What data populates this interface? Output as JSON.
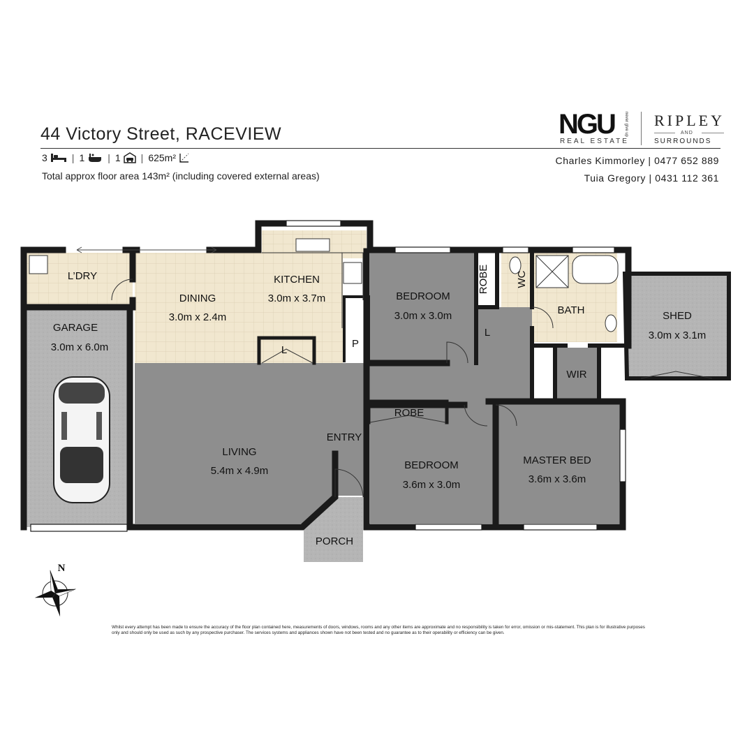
{
  "header": {
    "address": "44 Victory Street, RACEVIEW",
    "beds": "3",
    "baths": "1",
    "cars": "1",
    "land": "625m²",
    "floor_area_note": "Total approx floor area 143m² (including covered external areas)"
  },
  "branding": {
    "agency_logo": "NGU",
    "agency_sub": "REAL ESTATE",
    "agency_tagline": "never give up",
    "office_name": "RIPLEY",
    "office_and": "AND",
    "office_sub": "SURROUNDS"
  },
  "agents": [
    {
      "name": "Charles Kimmorley",
      "phone": "0477 652 889"
    },
    {
      "name": "Tuia Gregory",
      "phone": "0431 112 361"
    }
  ],
  "rooms": {
    "laundry": {
      "name": "L’DRY"
    },
    "dining": {
      "name": "DINING",
      "size": "3.0m x 2.4m"
    },
    "kitchen": {
      "name": "KITCHEN",
      "size": "3.0m x 3.7m"
    },
    "bedroom1": {
      "name": "BEDROOM",
      "size": "3.0m x 3.0m"
    },
    "robe1": {
      "name": "ROBE"
    },
    "wc": {
      "name": "WC"
    },
    "bath": {
      "name": "BATH"
    },
    "shed": {
      "name": "SHED",
      "size": "3.0m x 3.1m"
    },
    "garage": {
      "name": "GARAGE",
      "size": "3.0m x 6.0m"
    },
    "linen1": {
      "name": "L"
    },
    "pantry": {
      "name": "P"
    },
    "linen2": {
      "name": "L"
    },
    "wir": {
      "name": "WIR"
    },
    "robe2": {
      "name": "ROBE"
    },
    "entry": {
      "name": "ENTRY"
    },
    "living": {
      "name": "LIVING",
      "size": "5.4m x 4.9m"
    },
    "bedroom2": {
      "name": "BEDROOM",
      "size": "3.6m x 3.0m"
    },
    "master": {
      "name": "MASTER BED",
      "size": "3.6m x 3.6m"
    },
    "porch": {
      "name": "PORCH"
    }
  },
  "compass": {
    "label": "N"
  },
  "disclaimer": "Whilst every attempt has been made to ensure the accuracy of the floor plan contained here, measurements of doors, windows, rooms and any other items are approximate and no responsibility is taken for error, omission or mis-statement. This plan is for illustrative purposes only and should only be used as such by any prospective purchaser. The services systems and appliances shown have not been tested and no guarantee as to their operability or efficiency can be given.",
  "colors": {
    "carpet": "#8e8e8e",
    "tile": "#f1e7cf",
    "concrete": "#b5b5b5",
    "wall": "#1a1a1a"
  }
}
